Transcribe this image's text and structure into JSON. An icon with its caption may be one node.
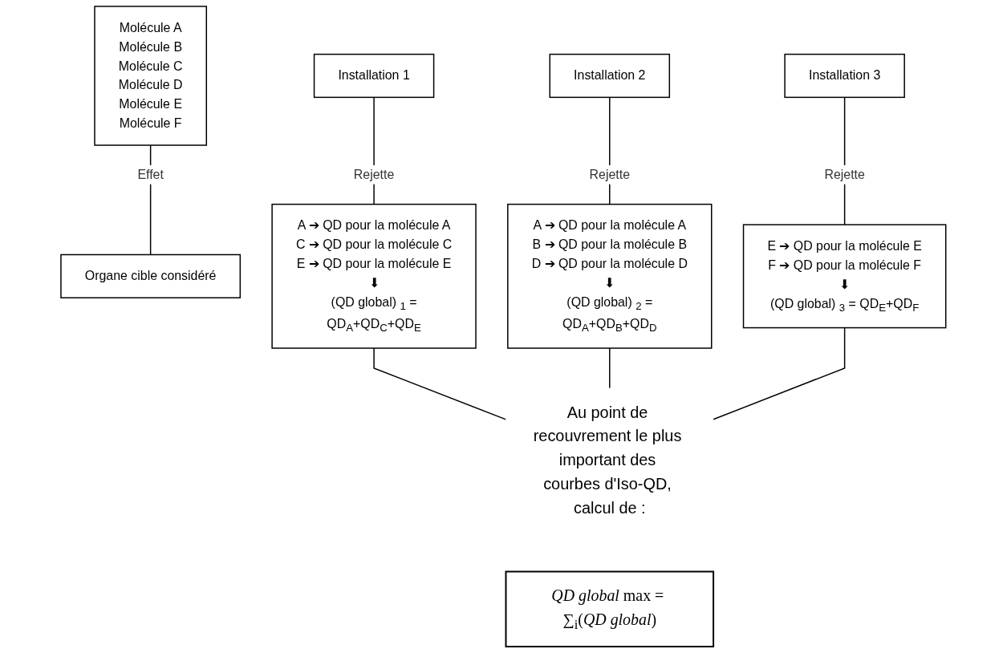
{
  "diagram": {
    "nodes": [
      {
        "text": [
          "Molécule A",
          "Molécule B",
          "Molécule C",
          "Molécule D",
          "Molécule E",
          "Molécule F"
        ]
      },
      {
        "text": [
          "Organe cible considéré"
        ]
      },
      {
        "text": [
          "Installation 1"
        ]
      },
      {
        "text": [
          "Installation 2"
        ]
      },
      {
        "text": [
          "Installation 3"
        ]
      },
      {
        "text": [
          "A ➔ QD pour la molécule A",
          "C ➔ QD pour la molécule C",
          "E ➔ QD pour la molécule E",
          "⬇",
          "(QD global) $_{1}$ =",
          "QD$_{A}$+QD$_{C}$+QD$_{E}$"
        ]
      },
      {
        "text": [
          "A ➔ QD pour la molécule A",
          "B ➔ QD pour la molécule B",
          "D ➔ QD pour la molécule D",
          "⬇",
          "(QD global) $_{2}$ =",
          "QD$_{A}$+QD$_{B}$+QD$_{D}$"
        ]
      },
      {
        "text": [
          "E ➔ QD pour la molécule E",
          "F ➔ QD pour la molécule F",
          "⬇",
          "(QD global) $_{3}$ = QD$_{E}$+QD$_{F}$"
        ]
      },
      {
        "text": [
          "Au point de recouvrement le plus important des courbes d'Iso-QD, calcul de :"
        ]
      },
      {
        "text": [
          "*QD global* max = ∑$_{i}$(*QD global*)"
        ]
      }
    ],
    "edges": [
      {
        "from": 0,
        "to": 1,
        "arrow": "none",
        "label": "Effet"
      },
      {
        "from": 2,
        "to": 5,
        "arrow": "none",
        "label": "Rejette"
      },
      {
        "from": 3,
        "to": 6,
        "arrow": "none",
        "label": "Rejette"
      },
      {
        "from": 4,
        "to": 7,
        "arrow": "none",
        "label": "Rejette"
      },
      {
        "from": 5,
        "to": 8,
        "arrow": "none"
      },
      {
        "from": 6,
        "to": 8,
        "arrow": "none"
      },
      {
        "from": 7,
        "to": 8,
        "arrow": "none"
      }
    ]
  }
}
